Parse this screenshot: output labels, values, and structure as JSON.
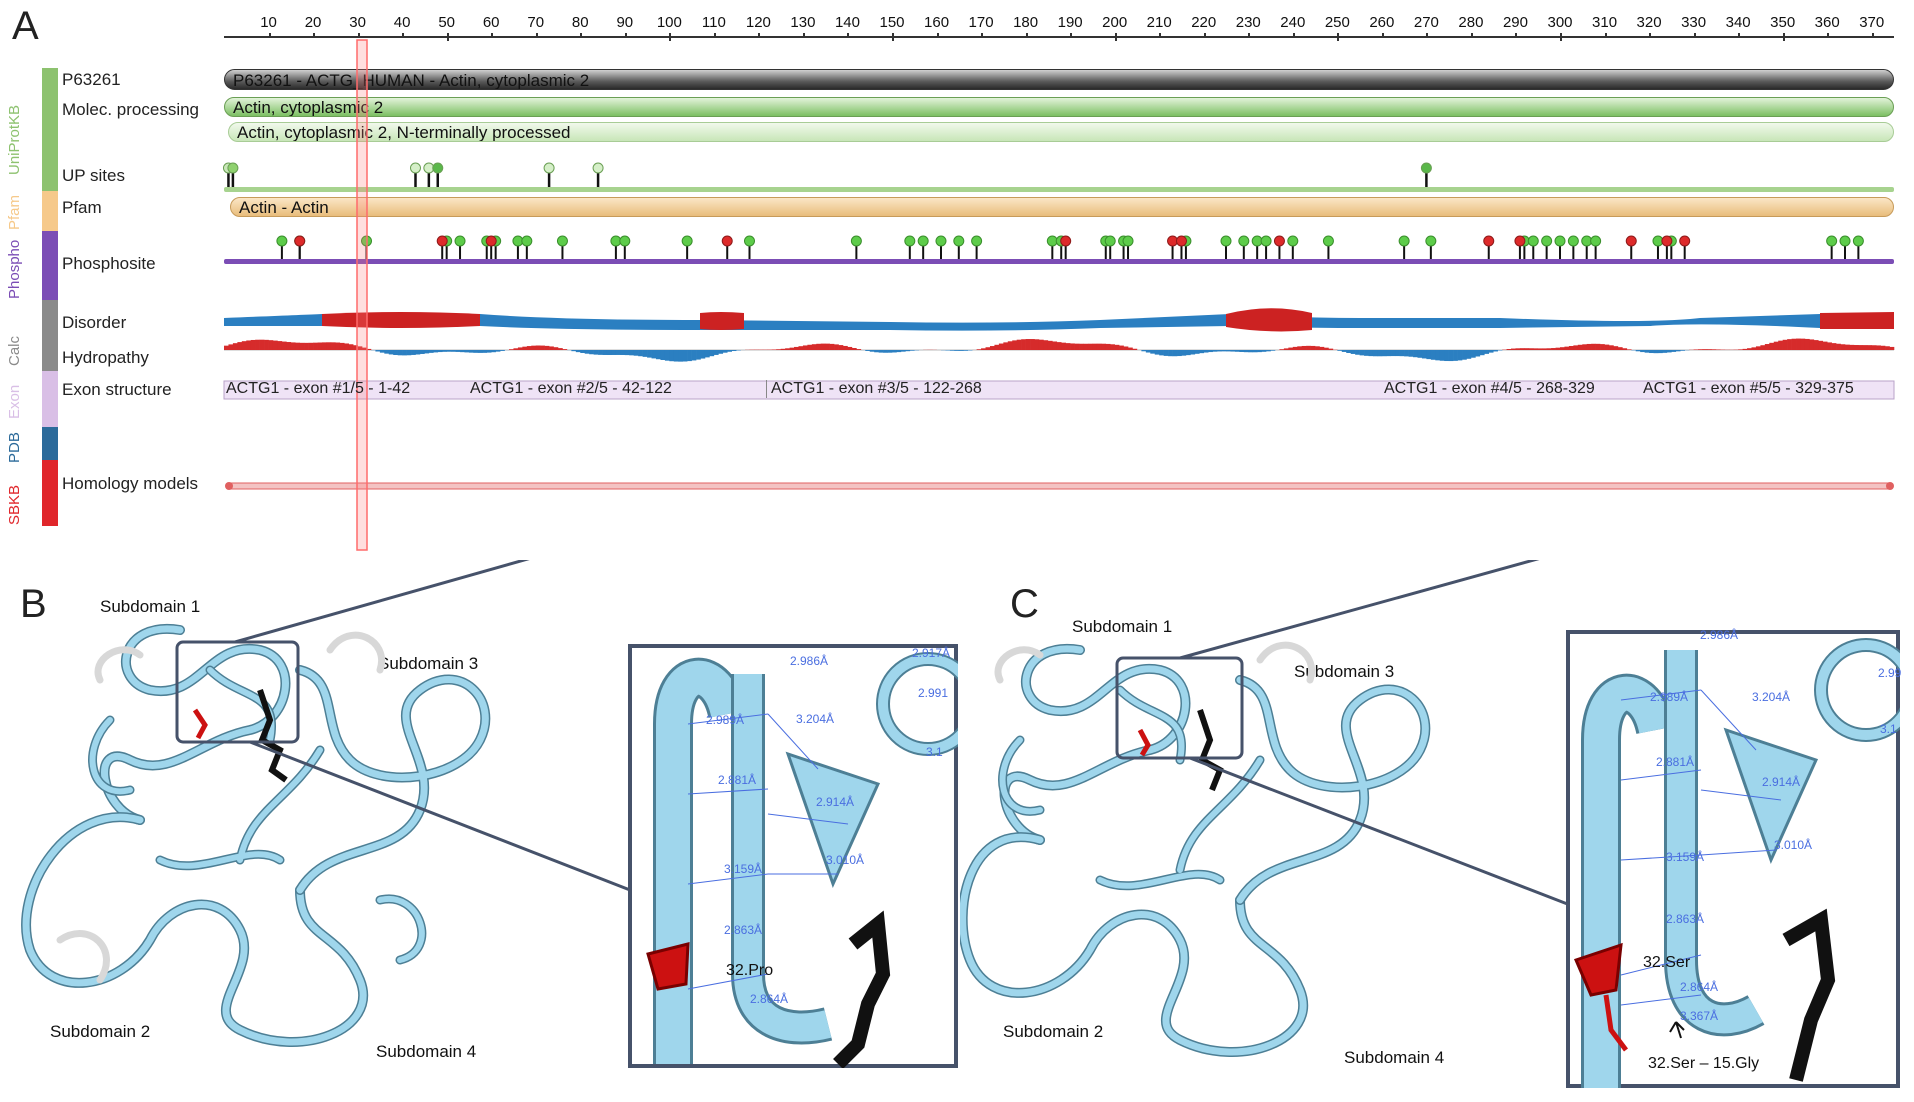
{
  "panels": {
    "a": "A",
    "b": "B",
    "c": "C"
  },
  "ruler": {
    "ticks": [
      "10",
      "20",
      "30",
      "40",
      "50",
      "60",
      "70",
      "80",
      "90",
      "100",
      "110",
      "120",
      "130",
      "140",
      "150",
      "160",
      "170",
      "180",
      "190",
      "200",
      "210",
      "220",
      "230",
      "240",
      "250",
      "260",
      "270",
      "280",
      "290",
      "300",
      "310",
      "320",
      "330",
      "340",
      "350",
      "360",
      "370"
    ]
  },
  "categories": {
    "uniprot": "UniProtKB",
    "pfam": "Pfam",
    "phospho": "Phospho",
    "calc": "Calc",
    "exon": "Exon",
    "pdb": "PDB",
    "sbkb": "SBKB"
  },
  "colors": {
    "uniprot": "#8dc26f",
    "pfam": "#f6c98a",
    "phospho": "#7b4db5",
    "calc": "#8a8a8a",
    "exon": "#d9bfe6",
    "pdb": "#2b6a9a",
    "sbkb": "#e0262b",
    "disorder_blue": "#2b7fc1",
    "disorder_red": "#cc2222",
    "protein_ribbon": "#8fcde6",
    "highlight": "#ff8080"
  },
  "tracks": {
    "p63261": {
      "label": "P63261",
      "bar": "P63261 - ACTG_HUMAN - Actin, cytoplasmic 2"
    },
    "molec": {
      "label": "Molec. processing",
      "bar1": "Actin, cytoplasmic 2",
      "bar2": "Actin, cytoplasmic 2, N-terminally processed"
    },
    "up_sites": {
      "label": "UP sites"
    },
    "pfam": {
      "label": "Pfam",
      "bar": "Actin - Actin"
    },
    "phosphosite": {
      "label": "Phosphosite"
    },
    "disorder": {
      "label": "Disorder"
    },
    "hydropathy": {
      "label": "Hydropathy"
    },
    "exon": {
      "label": "Exon structure",
      "exons": [
        "ACTG1 - exon #1/5 - 1-42",
        "ACTG1 - exon #2/5 - 42-122",
        "ACTG1 - exon #3/5 - 122-268",
        "ACTG1 - exon #4/5 - 268-329",
        "ACTG1 - exon #5/5 - 329-375"
      ]
    },
    "homology": {
      "label": "Homology models"
    }
  },
  "panel_b": {
    "subdomains": [
      "Subdomain 1",
      "Subdomain 2",
      "Subdomain 3",
      "Subdomain 4"
    ],
    "distances": [
      "2.986Å",
      "2.917Å",
      "2.991",
      "2.989Å",
      "3.204Å",
      "3.1",
      "2.881Å",
      "2.914Å",
      "3.010Å",
      "3.159Å",
      "2.863Å",
      "2.864Å"
    ],
    "residue": "32.Pro"
  },
  "panel_c": {
    "subdomains": [
      "Subdomain 1",
      "Subdomain 2",
      "Subdomain 3",
      "Subdomain 4"
    ],
    "distances": [
      "2.986Å",
      "2.99",
      "2.989Å",
      "3.204Å",
      "3.1",
      "2.881Å",
      "2.914Å",
      "3.010Å",
      "3.159Å",
      "2.863Å",
      "2.864Å",
      "3.367Å"
    ],
    "residue": "32.Ser",
    "interaction": "32.Ser – 15.Gly"
  }
}
